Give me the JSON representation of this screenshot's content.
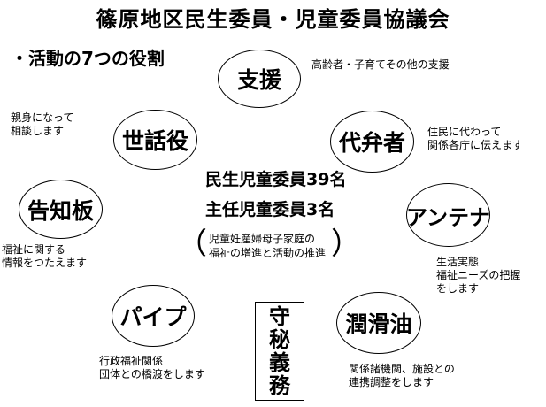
{
  "title": "篠原地区民生委員・児童委員協議会",
  "subtitle": "・活動の7つの役割",
  "center": {
    "line1": "民生児童委員39名",
    "line2": "主任児童委員3名",
    "paren_open": "（",
    "paren_close": "）",
    "note_line1": "児童妊産婦母子家庭の",
    "note_line2": "福祉の増進と活動の推進"
  },
  "roles": {
    "shien": {
      "label": "支援",
      "desc": [
        "高齢者・子育てその他の支援"
      ]
    },
    "daibensha": {
      "label": "代弁者",
      "desc": [
        "住民に代わって",
        "関係各庁に伝えます"
      ]
    },
    "antenna": {
      "label": "アンテナ",
      "desc": [
        "生活実態",
        "福祉ニーズの把握",
        "をします"
      ]
    },
    "junkatsuyu": {
      "label": "潤滑油",
      "desc": [
        "関係諸機関、施設との",
        "連携調整をします"
      ]
    },
    "pipe": {
      "label": "パイプ",
      "desc": [
        "行政福祉関係",
        "団体との橋渡をします"
      ]
    },
    "kokuchiban": {
      "label": "告知板",
      "desc": [
        "福祉に関する",
        "情報をつたえます"
      ]
    },
    "sewayaku": {
      "label": "世話役",
      "desc": [
        "親身になって",
        "相談します"
      ]
    }
  },
  "secrecy": {
    "chars": [
      "守",
      "秘",
      "義",
      "務"
    ]
  }
}
